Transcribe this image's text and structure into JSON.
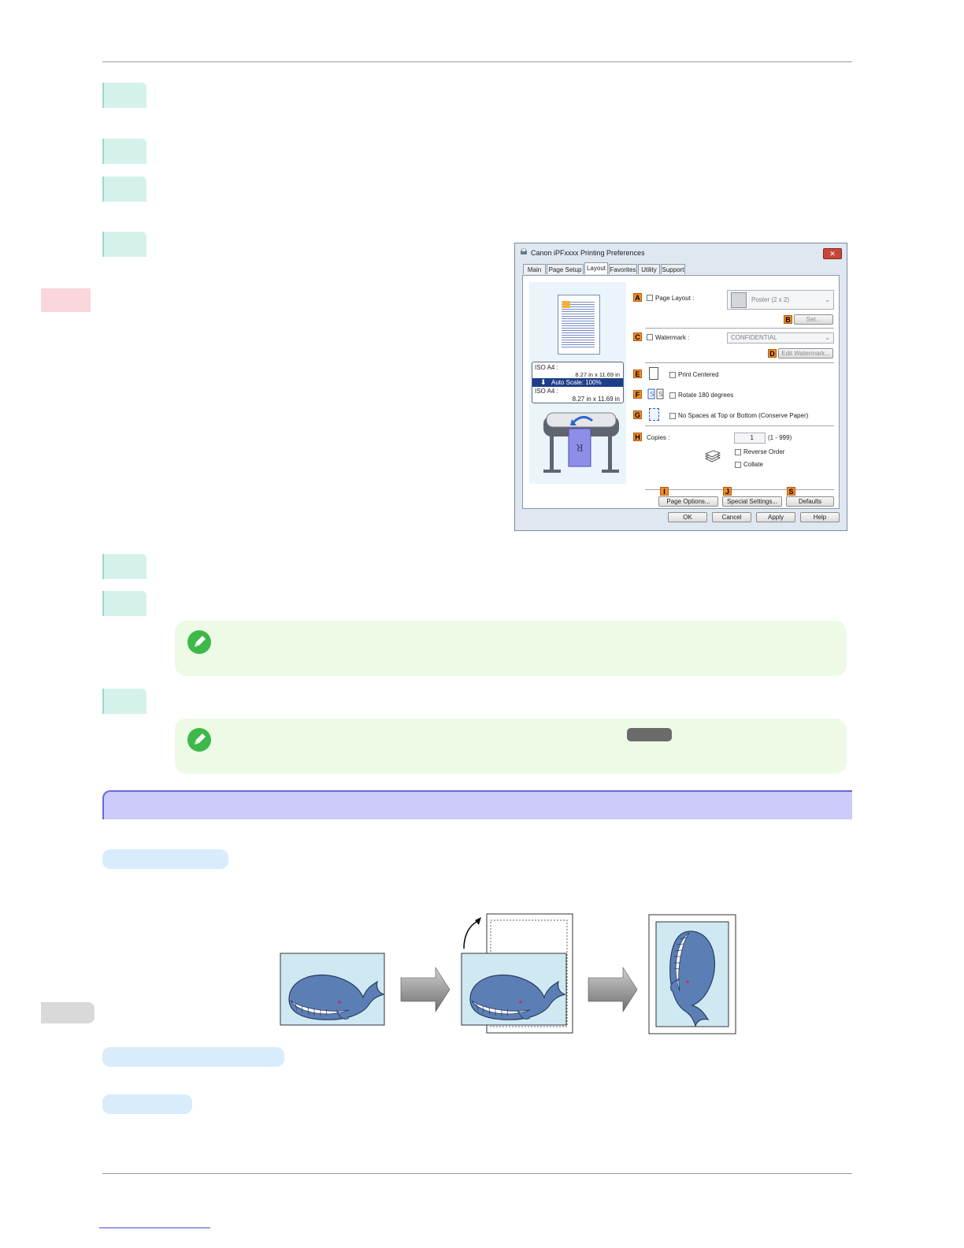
{
  "dialog": {
    "title": "Canon iPFxxxx Printing Preferences",
    "close_glyph": "✕",
    "tabs": [
      "Main",
      "Page Setup",
      "Layout",
      "Favorites",
      "Utility",
      "Support"
    ],
    "active_tab": "Layout",
    "preview": {
      "size_top_label": "ISO A4 :",
      "size_top_value": "8.27 in x 11.69 in",
      "scale_label": "Auto Scale: 100%",
      "size_bottom_label": "ISO A4 :",
      "size_bottom_value": "8.27 in x 11.69 in"
    },
    "markers": {
      "a": "A",
      "b": "B",
      "c": "C",
      "d": "D",
      "e": "E",
      "f": "F",
      "g": "G",
      "h": "H",
      "i": "I",
      "j": "J",
      "s": "S"
    },
    "page_layout_label": "Page Layout :",
    "page_layout_value": "Poster (2 x 2)",
    "set_button": "Set...",
    "watermark_label": "Watermark :",
    "watermark_value": "CONFIDENTIAL",
    "edit_watermark_button": "Edit Watermark...",
    "print_centered_label": "Print Centered",
    "rotate_label": "Rotate 180 degrees",
    "no_spaces_label": "No Spaces at Top or Bottom (Conserve Paper)",
    "copies_label": "Copies :",
    "copies_value": "1",
    "copies_range": "(1 - 999)",
    "reverse_order_label": "Reverse Order",
    "collate_label": "Collate",
    "page_options_button": "Page Options...",
    "special_settings_button": "Special Settings...",
    "defaults_button": "Defaults",
    "ok_button": "OK",
    "cancel_button": "Cancel",
    "apply_button": "Apply",
    "help_button": "Help"
  },
  "colors": {
    "step_tab": "#d5f1ec",
    "note_bg": "#edfbe6",
    "section_band": "#cccbfa",
    "pill_bg": "#d8ecfb",
    "marker_orange": "#f08c2a"
  }
}
